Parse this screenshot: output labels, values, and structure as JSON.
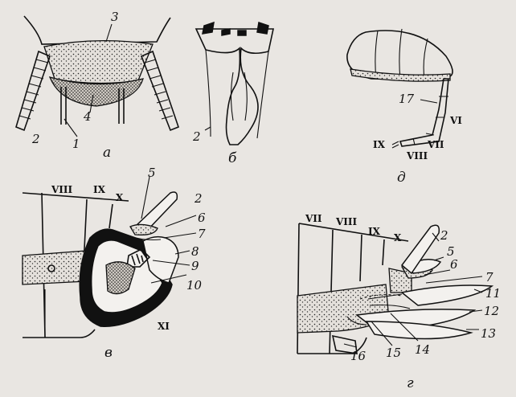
{
  "panels": {
    "a": {
      "letter": "а",
      "labels": {
        "l1": "1",
        "l2": "2",
        "l3": "3",
        "l4": "4"
      }
    },
    "b": {
      "letter": "б",
      "labels": {
        "l2": "2"
      }
    },
    "v": {
      "letter": "в",
      "segments": {
        "s8": "VIII",
        "s9": "IX",
        "s10": "X",
        "s11": "XI"
      },
      "labels": {
        "l2": "2",
        "l5": "5",
        "l6": "6",
        "l7": "7",
        "l8": "8",
        "l9": "9",
        "l10": "10"
      }
    },
    "g": {
      "letter": "г",
      "segments": {
        "s7": "VII",
        "s8": "VIII",
        "s9": "IX",
        "s10": "X"
      },
      "labels": {
        "l2": "2",
        "l5": "5",
        "l6": "6",
        "l7": "7",
        "l11": "11",
        "l12": "12",
        "l13": "13",
        "l14": "14",
        "l15": "15",
        "l16": "16"
      }
    },
    "d": {
      "letter": "д",
      "segments": {
        "s6": "VI",
        "s7": "VII",
        "s8": "VIII",
        "s9": "IX"
      },
      "labels": {
        "l17": "17"
      }
    }
  },
  "colors": {
    "ink": "#111111",
    "paper": "#e9e6e2"
  }
}
